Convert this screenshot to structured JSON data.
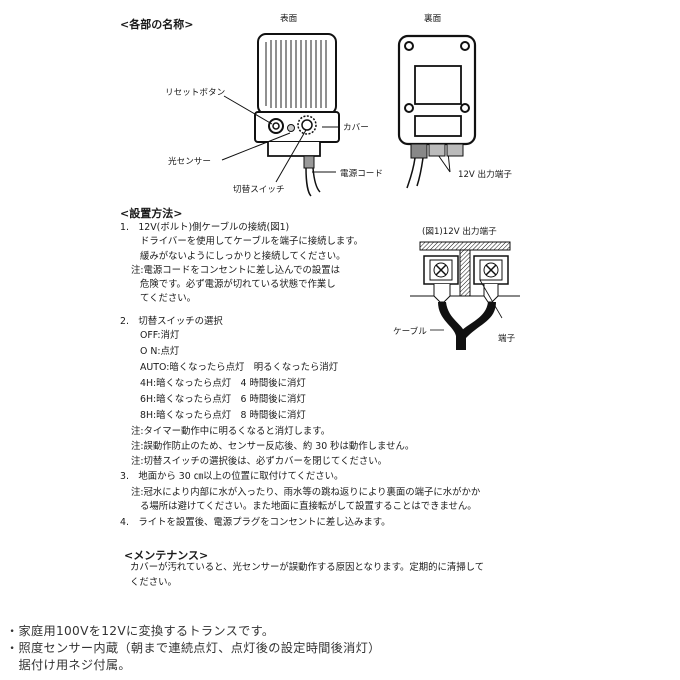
{
  "parts": {
    "heading": "<各部の名称>",
    "front_label": "表面",
    "back_label": "裏面",
    "callouts": {
      "reset_button": "リセットボタン",
      "light_sensor": "光センサー",
      "switch": "切替スイッチ",
      "cover": "カバー",
      "power_cord": "電源コード",
      "output_terminal": "12V 出力端子"
    }
  },
  "installation": {
    "heading": "<設置方法>",
    "step1": {
      "title": "1.　12V(ボルト)側ケーブルの接続(図1)",
      "lines": [
        "ドライバーを使用してケーブルを端子に接続します。",
        "緩みがないようにしっかりと接続してください。"
      ],
      "note_lines": [
        "注:電源コードをコンセントに差し込んでの設置は",
        "危険です。必ず電源が切れている状態で作業し",
        "てください。"
      ]
    },
    "step2": {
      "title": "2.　切替スイッチの選択",
      "modes": [
        "OFF:消灯",
        "O N:点灯",
        "AUTO:暗くなったら点灯　明るくなったら消灯",
        "4H:暗くなったら点灯　4 時間後に消灯",
        "6H:暗くなったら点灯　6 時間後に消灯",
        "8H:暗くなったら点灯　8 時間後に消灯"
      ],
      "notes": [
        "注:タイマー動作中に明るくなると消灯します。",
        "注:誤動作防止のため、センサー反応後、約 30 秒は動作しません。",
        "注:切替スイッチの選択後は、必ずカバーを閉じてください。"
      ]
    },
    "step3": {
      "title": "3.　地面から 30 ㎝以上の位置に取付けてください。",
      "note_lines": [
        "注:冠水により内部に水が入ったり、雨水等の跳ね返りにより裏面の端子に水がかか",
        "る場所は避けてください。また地面に直接転がして設置することはできません。"
      ]
    },
    "step4": {
      "title": "4.　ライトを設置後、電源プラグをコンセントに差し込みます。"
    },
    "figure1": {
      "caption": "(図1)12V 出力端子",
      "cable_label": "ケーブル",
      "terminal_label": "端子"
    }
  },
  "maintenance": {
    "heading": "<メンテナンス>",
    "lines": [
      "カバーが汚れていると、光センサーが誤動作する原因となります。定期的に清掃して",
      "ください。"
    ]
  },
  "features": [
    "・家庭用100Vを12Vに変換するトランスです。",
    "・照度センサー内蔵（朝まで連続点灯、点灯後の設定時間後消灯）",
    "　据付け用ネジ付属。"
  ]
}
